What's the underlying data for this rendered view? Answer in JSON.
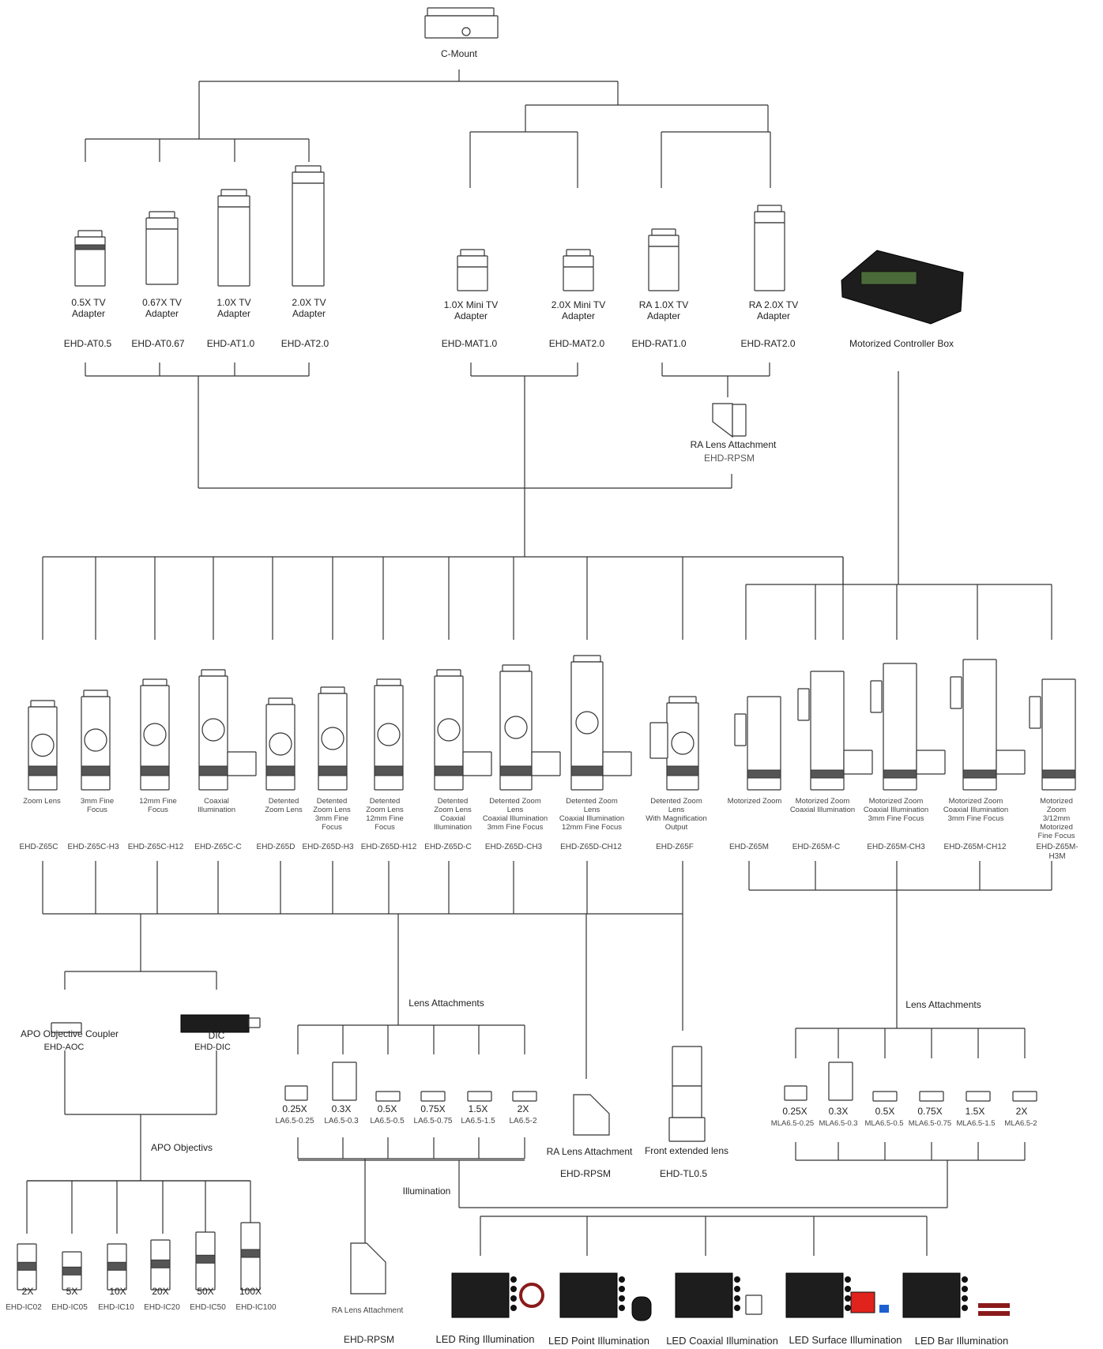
{
  "top": {
    "name": "C-Mount"
  },
  "tv_adapters": [
    {
      "name": "0.5X TV\nAdapter",
      "code": "EHD-AT0.5"
    },
    {
      "name": "0.67X TV\nAdapter",
      "code": "EHD-AT0.67"
    },
    {
      "name": "1.0X TV\nAdapter",
      "code": "EHD-AT1.0"
    },
    {
      "name": "2.0X TV\nAdapter",
      "code": "EHD-AT2.0"
    }
  ],
  "mini_adapters": [
    {
      "name": "1.0X Mini TV\nAdapter",
      "code": "EHD-MAT1.0"
    },
    {
      "name": "2.0X Mini TV\nAdapter",
      "code": "EHD-MAT2.0"
    },
    {
      "name": "RA 1.0X TV\nAdapter",
      "code": "EHD-RAT1.0"
    },
    {
      "name": "RA 2.0X TV\nAdapter",
      "code": "EHD-RAT2.0"
    }
  ],
  "controller": {
    "name": "Motorized Controller Box"
  },
  "ra_attachment_top": {
    "name": "RA Lens Attachment",
    "code": "EHD-RPSM"
  },
  "zoom_lenses": [
    {
      "name": "Zoom Lens",
      "code": "EHD-Z65C"
    },
    {
      "name": "3mm Fine\nFocus",
      "code": "EHD-Z65C-H3"
    },
    {
      "name": "12mm Fine\nFocus",
      "code": "EHD-Z65C-H12"
    },
    {
      "name": "Coaxial\nIllumination",
      "code": "EHD-Z65C-C"
    },
    {
      "name": "Detented\nZoom Lens",
      "code": "EHD-Z65D"
    },
    {
      "name": "Detented\nZoom Lens\n3mm Fine\nFocus",
      "code": "EHD-Z65D-H3"
    },
    {
      "name": "Detented\nZoom Lens\n12mm Fine\nFocus",
      "code": "EHD-Z65D-H12"
    },
    {
      "name": "Detented\nZoom Lens\nCoaxial\nIllumination",
      "code": "EHD-Z65D-C"
    },
    {
      "name": "Detented Zoom\nLens\nCoaxial Illumination\n3mm Fine Focus",
      "code": "EHD-Z65D-CH3"
    },
    {
      "name": "Detented Zoom\nLens\nCoaxial Illumination\n12mm Fine Focus",
      "code": "EHD-Z65D-CH12"
    },
    {
      "name": "Detented Zoom\nLens\nWith Magnification\nOutput",
      "code": "EHD-Z65F"
    }
  ],
  "motor_lenses": [
    {
      "name": "Motorized Zoom",
      "code": "EHD-Z65M"
    },
    {
      "name": "Motorized Zoom\nCoaxial Illumination",
      "code": "EHD-Z65M-C"
    },
    {
      "name": "Motorized Zoom\nCoaxial Illumination\n3mm Fine Focus",
      "code": "EHD-Z65M-CH3"
    },
    {
      "name": "Motorized Zoom\nCoaxial Illumination\n3mm Fine Focus",
      "code": "EHD-Z65M-CH12"
    },
    {
      "name": "Motorized Zoom\n3/12mm Motorized\nFine Focus",
      "code": "EHD-Z65M-H3M"
    }
  ],
  "apo_coupler": {
    "name": "APO Objective Coupler",
    "code": "EHD-AOC"
  },
  "dic": {
    "name": "DIC",
    "code": "EHD-DIC"
  },
  "apo_label": "APO Objectivs",
  "objectives": [
    {
      "mag": "2X",
      "code": "EHD-IC02"
    },
    {
      "mag": "5X",
      "code": "EHD-IC05"
    },
    {
      "mag": "10X",
      "code": "EHD-IC10"
    },
    {
      "mag": "20X",
      "code": "EHD-IC20"
    },
    {
      "mag": "50X",
      "code": "EHD-IC50"
    },
    {
      "mag": "100X",
      "code": "EHD-IC100"
    }
  ],
  "lens_attach_label": "Lens Attachments",
  "lens_attachments": [
    {
      "mag": "0.25X",
      "code": "LA6.5-0.25"
    },
    {
      "mag": "0.3X",
      "code": "LA6.5-0.3"
    },
    {
      "mag": "0.5X",
      "code": "LA6.5-0.5"
    },
    {
      "mag": "0.75X",
      "code": "LA6.5-0.75"
    },
    {
      "mag": "1.5X",
      "code": "LA6.5-1.5"
    },
    {
      "mag": "2X",
      "code": "LA6.5-2"
    }
  ],
  "ra_mid": {
    "name": "RA Lens Attachment",
    "code": "EHD-RPSM"
  },
  "front_lens": {
    "name": "Front extended lens",
    "code": "EHD-TL0.5"
  },
  "motor_attach_label": "Lens Attachments",
  "motor_attachments": [
    {
      "mag": "0.25X",
      "code": "MLA6.5-0.25"
    },
    {
      "mag": "0.3X",
      "code": "MLA6.5-0.3"
    },
    {
      "mag": "0.5X",
      "code": "MLA6.5-0.5"
    },
    {
      "mag": "0.75X",
      "code": "MLA6.5-0.75"
    },
    {
      "mag": "1.5X",
      "code": "MLA6.5-1.5"
    },
    {
      "mag": "2X",
      "code": "MLA6.5-2"
    }
  ],
  "ra_bottom": {
    "name": "RA Lens Attachment",
    "code": "EHD-RPSM"
  },
  "illumination_label": "Illumination",
  "illuminations": [
    {
      "name": "LED Ring Illumination"
    },
    {
      "name": "LED Point Illumination"
    },
    {
      "name": "LED Coaxial Illumination"
    },
    {
      "name": "LED Surface Illumination"
    },
    {
      "name": "LED Bar Illumination"
    }
  ],
  "colors": {
    "line": "#333333",
    "device": "#1d1d1d",
    "panel_red": "#e0231c",
    "panel_blue": "#1d5fd0"
  }
}
